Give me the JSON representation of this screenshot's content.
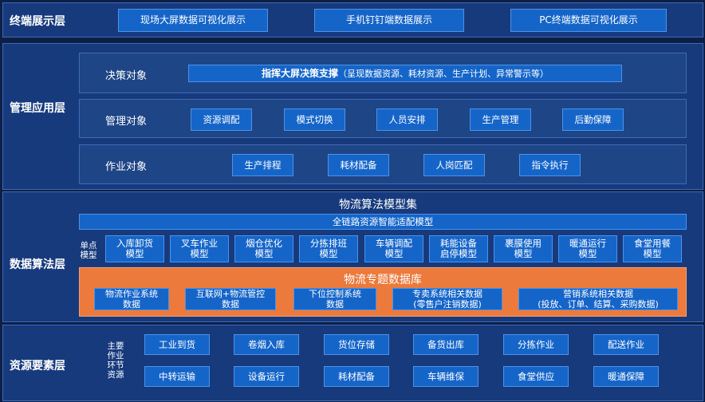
{
  "terminal": {
    "label": "终端展示层",
    "items": [
      "现场大屏数据可视化展示",
      "手机钉钉端数据展示",
      "PC终端数据可视化展示"
    ]
  },
  "management": {
    "label": "管理应用层",
    "decision": {
      "label": "决策对象",
      "bar_bold": "指挥大屏决策支撑",
      "bar_rest": "（呈现数据资源、耗材资源、生产计划、异常警示等）"
    },
    "manage": {
      "label": "管理对象",
      "items": [
        "资源调配",
        "模式切换",
        "人员安排",
        "生产管理",
        "后勤保障"
      ]
    },
    "operation": {
      "label": "作业对象",
      "items": [
        "生产排程",
        "耗材配备",
        "人岗匹配",
        "指令执行"
      ]
    }
  },
  "algorithm": {
    "label": "数据算法层",
    "title": "物流算法模型集",
    "chain_bar": "全链路资源智能适配模型",
    "single_label_1": "单点",
    "single_label_2": "模型",
    "models": [
      [
        "入库卸货",
        "模型"
      ],
      [
        "叉车作业",
        "模型"
      ],
      [
        "烟仓优化",
        "模型"
      ],
      [
        "分拣排班",
        "模型"
      ],
      [
        "车辆调配",
        "模型"
      ],
      [
        "耗能设备",
        "启停模型"
      ],
      [
        "裹膜使用",
        "模型"
      ],
      [
        "暖通运行",
        "模型"
      ],
      [
        "食堂用餐",
        "模型"
      ]
    ],
    "db_title": "物流专题数据库",
    "db_items": [
      [
        "物流作业系统",
        "数据"
      ],
      [
        "互联网+物流管控",
        "数据"
      ],
      [
        "下位控制系统",
        "数据"
      ],
      [
        "专卖系统相关数据",
        "(零售户注销数据)"
      ],
      [
        "营销系统相关数据",
        "(投放、订单、结算、采购数据)"
      ]
    ]
  },
  "resource": {
    "label": "资源要素层",
    "side_label": [
      "主要",
      "作业",
      "环节",
      "资源"
    ],
    "row1": [
      "工业到货",
      "卷烟入库",
      "货位存储",
      "备货出库",
      "分拣作业",
      "配送作业"
    ],
    "row2": [
      "中转运输",
      "设备运行",
      "耗材配备",
      "车辆维保",
      "食堂供应",
      "暖通保障"
    ]
  }
}
